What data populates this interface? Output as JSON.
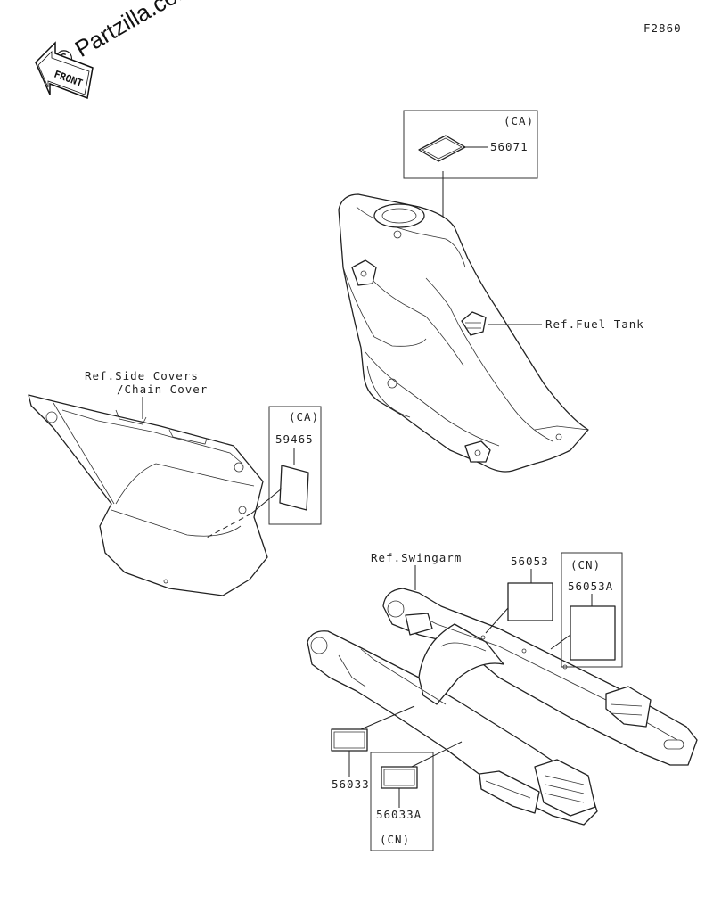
{
  "watermark": "© Partzilla.com",
  "front_label": "FRONT",
  "figure_code": "F2860",
  "labels": {
    "fuel_tank_ref": "Ref.Fuel Tank",
    "side_covers_ref_1": "Ref.Side Covers",
    "side_covers_ref_2": "/Chain Cover",
    "swingarm_ref": "Ref.Swingarm"
  },
  "boxes": {
    "tank_box_tag": "(CA)",
    "side_box_tag": "(CA)",
    "swingarm_box_tag": "(CN)",
    "lower_box_tag": "(CN)"
  },
  "parts": {
    "p56071": "56071",
    "p59465": "59465",
    "p56053": "56053",
    "p56053A": "56053A",
    "p56033": "56033",
    "p56033A": "56033A"
  }
}
